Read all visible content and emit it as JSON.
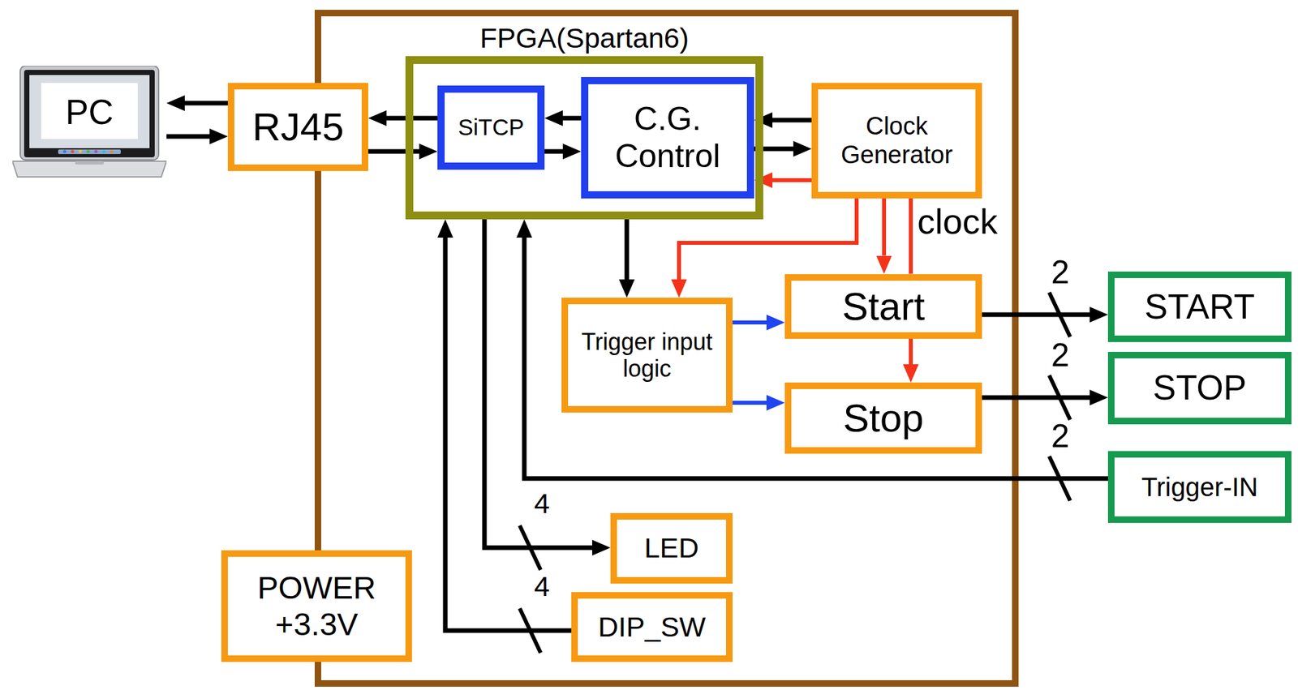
{
  "diagram": {
    "nodes": [
      {
        "text": [
          "PC"
        ]
      },
      {
        "text": [
          "RJ45"
        ]
      },
      {
        "text": [
          "FPGA(Spartan6)"
        ]
      },
      {
        "text": [
          "SiTCP"
        ],
        "in": 2
      },
      {
        "text": [
          "C.G. Control"
        ],
        "in": 2
      },
      {
        "text": [
          "Clock Generator"
        ]
      },
      {
        "text": [
          "Trigger input logic"
        ]
      },
      {
        "text": [
          "Start"
        ]
      },
      {
        "text": [
          "START"
        ]
      },
      {
        "text": [
          "Stop"
        ]
      },
      {
        "text": [
          "STOP"
        ]
      },
      {
        "text": [
          "Trigger-IN"
        ]
      },
      {
        "text": [
          "LED"
        ]
      },
      {
        "text": [
          "DIP_SW"
        ]
      },
      {
        "text": [
          "POWER +3.3V"
        ]
      }
    ],
    "edges": [
      {
        "from": 1,
        "to": 0,
        "arrow": "to"
      },
      {
        "from": 0,
        "to": 1,
        "arrow": "to"
      },
      {
        "from": 3,
        "to": 1,
        "arrow": "to"
      },
      {
        "from": 1,
        "to": 3,
        "arrow": "to"
      },
      {
        "from": 4,
        "to": 3,
        "arrow": "to"
      },
      {
        "from": 3,
        "to": 4,
        "arrow": "to"
      },
      {
        "from": 5,
        "to": 4,
        "arrow": "to"
      },
      {
        "from": 4,
        "to": 5,
        "arrow": "to"
      },
      {
        "from": 5,
        "to": 4,
        "arrow": "to"
      },
      {
        "from": 5,
        "to": 6,
        "arrow": "to"
      },
      {
        "from": 5,
        "to": 7,
        "arrow": "to"
      },
      {
        "from": 5,
        "to": 7,
        "arrow": "none"
      },
      {
        "from": 7,
        "to": 9,
        "arrow": "to"
      },
      {
        "from": 2,
        "to": 6,
        "arrow": "to"
      },
      {
        "from": 6,
        "to": 7,
        "arrow": "to"
      },
      {
        "from": 6,
        "to": 9,
        "arrow": "to"
      },
      {
        "from": 7,
        "to": 8,
        "arrow": "to"
      },
      {
        "from": 9,
        "to": 10,
        "arrow": "to"
      },
      {
        "from": 11,
        "to": 2,
        "arrow": "to"
      },
      {
        "from": 2,
        "to": 12,
        "arrow": "to"
      },
      {
        "from": 13,
        "to": 2,
        "arrow": "to"
      }
    ],
    "labels": [
      "clock",
      "2",
      "2",
      "2",
      "4",
      "4"
    ]
  }
}
